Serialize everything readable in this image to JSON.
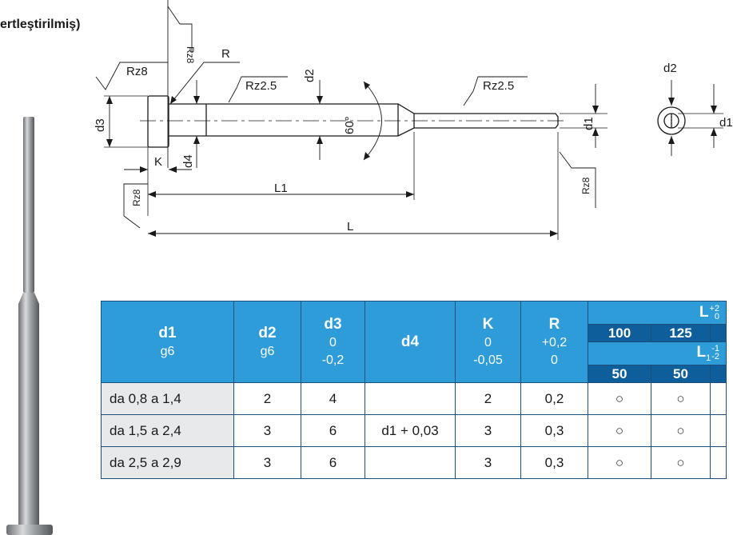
{
  "page": {
    "title": "ertleştirilmiş)"
  },
  "drawing": {
    "roughness_rz8": "Rz8",
    "roughness_rz25": "Rz2.5",
    "label_R": "R",
    "label_d1": "d1",
    "label_d2": "d2",
    "label_d3": "d3",
    "label_d4": "d4",
    "label_K": "K",
    "label_L1": "L1",
    "label_L": "L",
    "angle": "60°"
  },
  "table": {
    "headers": {
      "d1": {
        "main": "d1",
        "tol": "g6"
      },
      "d2": {
        "main": "d2",
        "tol": "g6"
      },
      "d3": {
        "main": "d3",
        "tol1": "0",
        "tol2": "-0,2"
      },
      "d4": {
        "main": "d4"
      },
      "K": {
        "main": "K",
        "tol1": "0",
        "tol2": "-0,05"
      },
      "R": {
        "main": "R",
        "tol1": "+0,2",
        "tol2": "0"
      },
      "L": {
        "main": "L",
        "tol_upper": "+2",
        "tol_lower": "0"
      },
      "L1": {
        "main": "L",
        "sub": "1",
        "tol_upper": "-1",
        "tol_lower": "-2"
      },
      "L_values": [
        "100",
        "125"
      ],
      "L1_values": [
        "50",
        "50"
      ]
    },
    "rows": [
      {
        "d1": "da 0,8 a 1,4",
        "d2": "2",
        "d3": "4",
        "d4": "",
        "K": "2",
        "R": "0,2",
        "c1": "○",
        "c2": "○"
      },
      {
        "d1": "da 1,5 a 2,4",
        "d2": "3",
        "d3": "6",
        "d4": "d1 + 0,03",
        "K": "3",
        "R": "0,3",
        "c1": "○",
        "c2": "○"
      },
      {
        "d1": "da 2,5 a 2,9",
        "d2": "3",
        "d3": "6",
        "d4": "",
        "K": "3",
        "R": "0,3",
        "c1": "○",
        "c2": "○"
      }
    ]
  },
  "colors": {
    "header_light": "#2d9cd8",
    "header_dark": "#0f5e9c",
    "row_label_bg": "#e8e9eb"
  }
}
